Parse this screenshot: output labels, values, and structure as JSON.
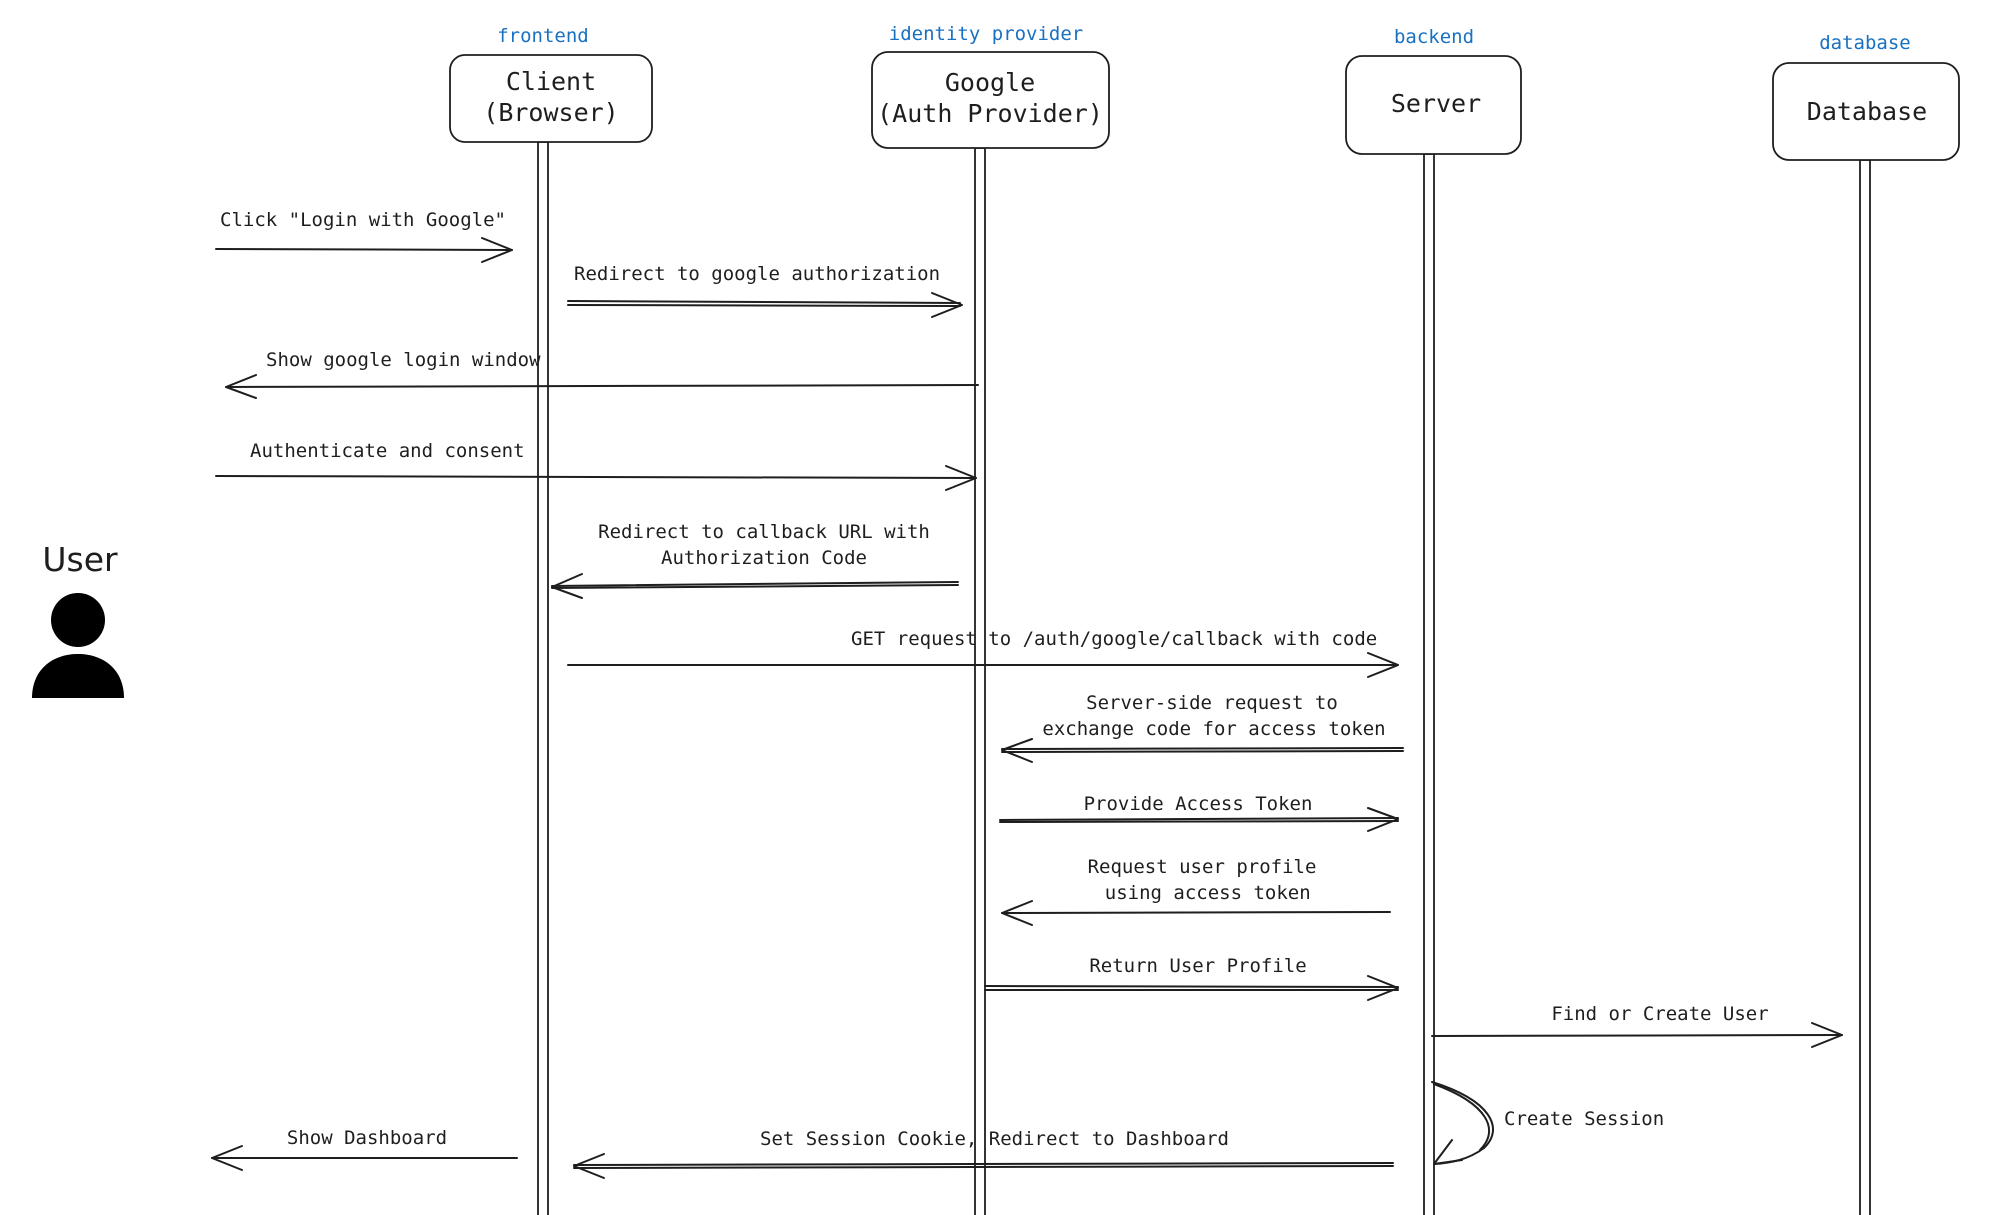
{
  "actor": {
    "label": "User",
    "icon": "user-icon"
  },
  "participants": [
    {
      "role": "frontend",
      "title_lines": [
        "Client",
        "(Browser)"
      ]
    },
    {
      "role": "identity provider",
      "title_lines": [
        "Google",
        "(Auth Provider)"
      ]
    },
    {
      "role": "backend",
      "title_lines": [
        "Server"
      ]
    },
    {
      "role": "database",
      "title_lines": [
        "Database"
      ]
    }
  ],
  "messages": [
    {
      "label_lines": [
        "Click \"Login with Google\""
      ]
    },
    {
      "label_lines": [
        "Redirect to google authorization"
      ]
    },
    {
      "label_lines": [
        "Show google login window"
      ]
    },
    {
      "label_lines": [
        "Authenticate and consent"
      ]
    },
    {
      "label_lines": [
        "Redirect to callback URL with",
        "Authorization Code"
      ]
    },
    {
      "label_lines": [
        "GET request to /auth/google/callback with code"
      ]
    },
    {
      "label_lines": [
        "Server-side request to",
        "exchange code for access token"
      ]
    },
    {
      "label_lines": [
        "Provide Access Token"
      ]
    },
    {
      "label_lines": [
        "Request user profile",
        " using access token"
      ]
    },
    {
      "label_lines": [
        "Return User Profile"
      ]
    },
    {
      "label_lines": [
        "Find or Create User"
      ]
    },
    {
      "label_lines": [
        "Create Session"
      ]
    },
    {
      "label_lines": [
        "Show Dashboard"
      ]
    },
    {
      "label_lines": [
        "Set Session Cookie, Redirect to Dashboard"
      ]
    }
  ],
  "colors": {
    "ink": "#1e1e1e",
    "role_label": "#1971c2",
    "background": "#ffffff"
  }
}
